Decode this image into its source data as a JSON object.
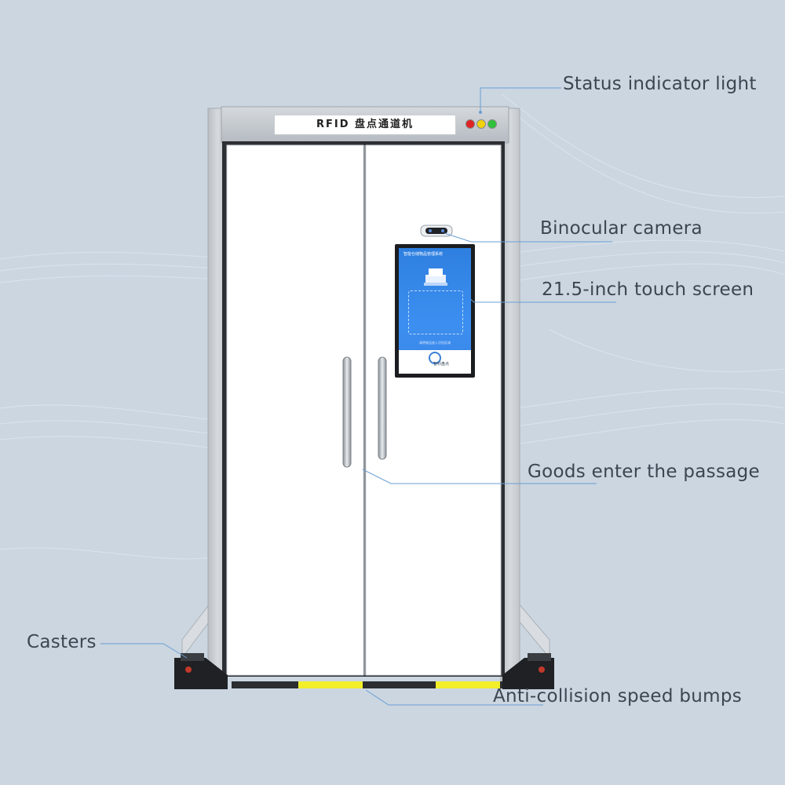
{
  "machine": {
    "header_label": "RFID 盘点通道机",
    "status_lights": [
      "#e02424",
      "#f2d20c",
      "#2fc23a"
    ],
    "screen": {
      "title": "智能仓储物品管理系统",
      "hint": "请将物品放入识别区域",
      "brand": "智科盘点"
    }
  },
  "callouts": {
    "status_light": "Status indicator light",
    "camera": "Binocular camera",
    "touch_screen": "21.5-inch touch screen",
    "goods": "Goods enter the passage",
    "casters": "Casters",
    "bumps": "Anti-collision speed bumps"
  }
}
